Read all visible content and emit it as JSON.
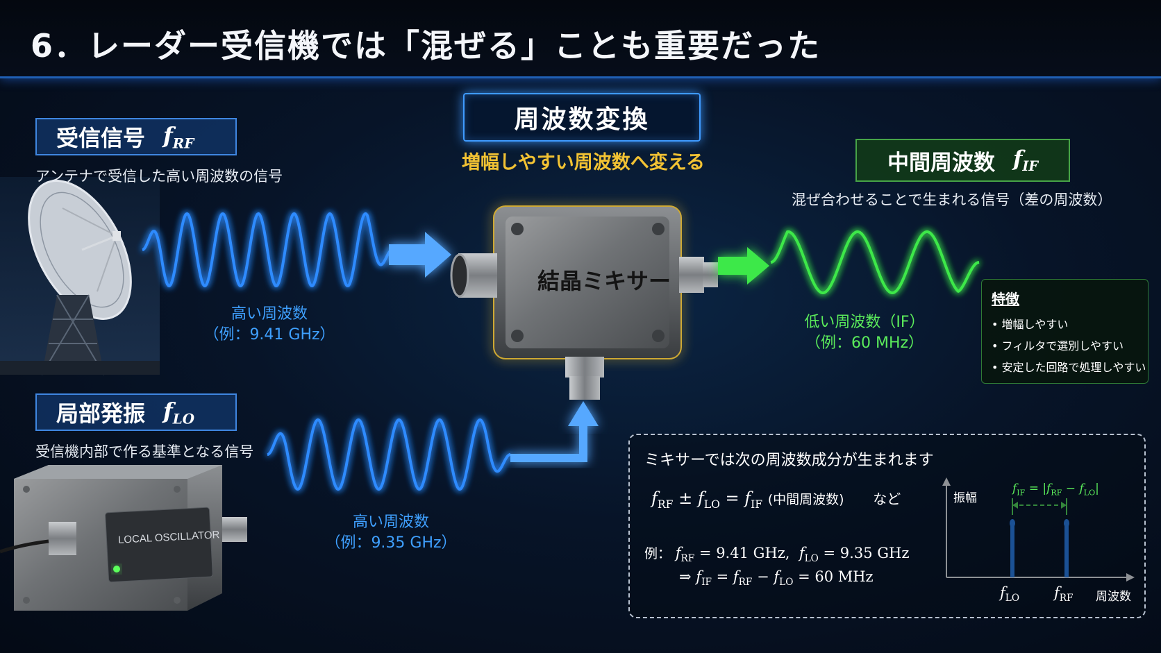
{
  "title": "6．レーダー受信機では「混ぜる」ことも重要だった",
  "rf": {
    "label": "受信信号",
    "symbol_base": "f",
    "symbol_sub": "RF",
    "desc": "アンテナで受信した高い周波数の信号",
    "wave_label": "高い周波数",
    "wave_example": "（例：9.41 GHz）"
  },
  "lo": {
    "label": "局部発振",
    "symbol_base": "f",
    "symbol_sub": "LO",
    "desc": "受信機内部で作る基準となる信号",
    "wave_label": "高い周波数",
    "wave_example": "（例：9.35 GHz）",
    "device_text": "LOCAL OSCILLATOR"
  },
  "conversion": {
    "title": "周波数変換",
    "subtitle": "増幅しやすい周波数へ変える"
  },
  "mixer": {
    "label": "結晶ミキサー"
  },
  "if": {
    "label": "中間周波数",
    "symbol_base": "f",
    "symbol_sub": "IF",
    "desc": "混ぜ合わせることで生まれる信号（差の周波数）",
    "wave_label": "低い周波数（IF）",
    "wave_example": "（例：60 MHz）"
  },
  "features": {
    "title": "特徴",
    "items": [
      "• 増幅しやすい",
      "• フィルタで選別しやすい",
      "• 安定した回路で処理しやすい"
    ]
  },
  "info": {
    "title": "ミキサーでは次の周波数成分が生まれます",
    "eq_note": "(中間周波数)",
    "eq_suffix": "など",
    "example_prefix": "例：",
    "rf_value": "9.41 GHz,",
    "lo_value": "9.35 GHz",
    "if_value": "60 MHz",
    "spectrum": {
      "y_label": "振幅",
      "x_label": "周波数",
      "formula": "fIF = |fRF − fLO|",
      "lines": [
        "fLO",
        "fRF"
      ]
    }
  },
  "colors": {
    "rf_wave": "#2f8bff",
    "if_wave": "#3ee84a",
    "accent_yellow": "#f2c233",
    "box_blue": "#3f86e0"
  }
}
